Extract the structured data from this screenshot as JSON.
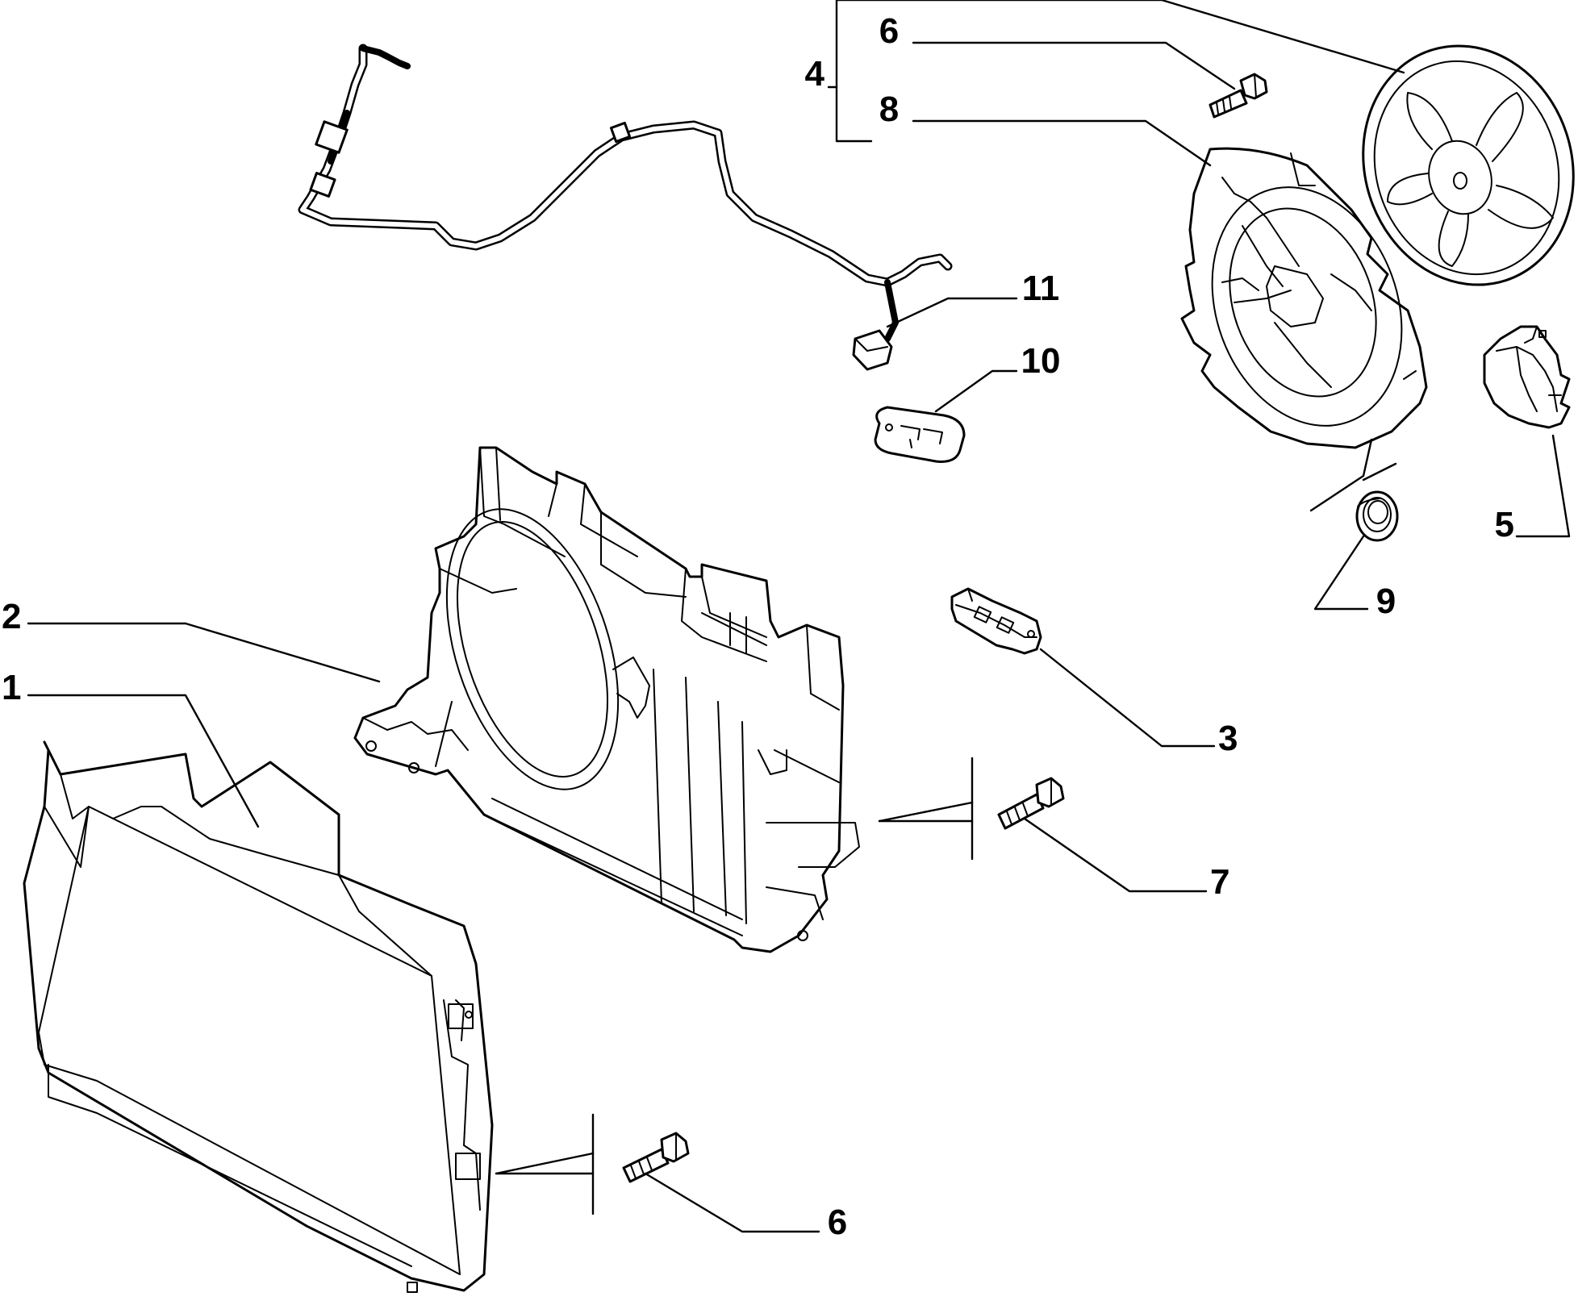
{
  "callouts": [
    {
      "id": "c1",
      "label": "1"
    },
    {
      "id": "c2",
      "label": "2"
    },
    {
      "id": "c3",
      "label": "3"
    },
    {
      "id": "c4",
      "label": "4"
    },
    {
      "id": "c5",
      "label": "5"
    },
    {
      "id": "c6a",
      "label": "6"
    },
    {
      "id": "c6b",
      "label": "6"
    },
    {
      "id": "c7",
      "label": "7"
    },
    {
      "id": "c8",
      "label": "8"
    },
    {
      "id": "c9",
      "label": "9"
    },
    {
      "id": "c10",
      "label": "10"
    },
    {
      "id": "c11",
      "label": "11"
    }
  ],
  "colors": {
    "line": "#000000",
    "background": "#ffffff"
  }
}
